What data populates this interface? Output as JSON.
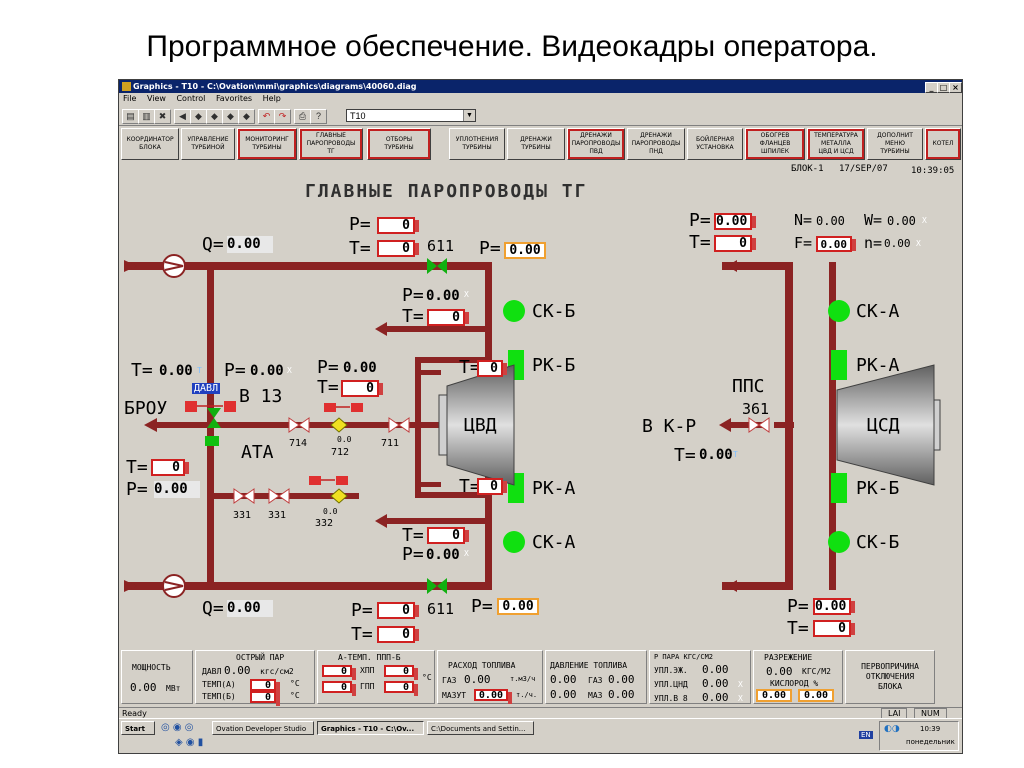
{
  "slide_title": "Программное обеспечение. Видеокадры оператора.",
  "window": {
    "title": "Graphics - T10 - C:\\Ovation\\mmi\\graphics\\diagrams\\40060.diag",
    "menu": [
      "File",
      "View",
      "Control",
      "Favorites",
      "Help"
    ],
    "combo_value": "T10"
  },
  "nav": [
    {
      "label": "КООРДИНАТОР\nБЛОКА",
      "active": false
    },
    {
      "label": "УПРАВЛЕНИЕ\nТУРБИНОЙ",
      "active": false
    },
    {
      "label": "МОНИТОРИНГ\nТУРБИНЫ",
      "active": true
    },
    {
      "label": "ГЛАВНЫЕ\nПАРОПРОВОДЫ\nТГ",
      "active": true
    },
    {
      "label": "ОТБОРЫ\nТУРБИНЫ",
      "active": true
    },
    {
      "label": "УПЛОТНЕНИЯ\nТУРБИНЫ",
      "active": false
    },
    {
      "label": "ДРЕНАЖИ\nТУРБИНЫ",
      "active": false
    },
    {
      "label": "ДРЕНАЖИ\nПАРОПРОВОДЫ\nПВД",
      "active": true
    },
    {
      "label": "ДРЕНАЖИ\nПАРОПРОВОДЫ\nПНД",
      "active": false
    },
    {
      "label": "БОЙЛЕРНАЯ\nУСТАНОВКА",
      "active": false
    },
    {
      "label": "ОБОГРЕВ\nФЛАНЦЕВ\nШПИЛЕК",
      "active": true
    },
    {
      "label": "ТЕМПЕРАТУРА\nМЕТАЛЛА\nЦВД И ЦСД",
      "active": true
    },
    {
      "label": "ДОПОЛНИТ\nМЕНЮ\nТУРБИНЫ",
      "active": false
    },
    {
      "label": "КОТЕЛ",
      "active": true
    }
  ],
  "status": {
    "block": "БЛОК-1",
    "date": "17/SEP/07",
    "time": "10:39:05"
  },
  "diagram": {
    "title": "ГЛАВНЫЕ ПАРОПРОВОДЫ ТГ",
    "q_top": "0.00",
    "q_bottom": "0.00",
    "p_top_left": "0",
    "t_top_left": "0",
    "valve_611_top": "611",
    "p_611_top": "0.00",
    "p_skb": "0.00",
    "t_skb": "0",
    "t_rkb": "0",
    "t_rka": "0",
    "t_ska": "0",
    "p_ska": "0.00",
    "t_brou": "0.00",
    "p_brou": "0.00",
    "davl": "ДАВЛ",
    "brou": "БРОУ",
    "v13": "В 13",
    "ata": "АТА",
    "t_brou_l": "0",
    "p_brou_l": "0.00",
    "p_ata": "0.00",
    "t_ata": "0",
    "v714": "714",
    "v712": "712",
    "v711": "711",
    "v712_val": "0.0",
    "v331a": "331",
    "v331b": "331",
    "v332": "332",
    "v332_val": "0.0",
    "label_sk_b": "СК-Б",
    "label_rk_b": "РК-Б",
    "label_rk_a": "РК-А",
    "label_sk_a": "СК-А",
    "cvd": "ЦВД",
    "csd": "ЦСД",
    "p_bottom_left": "0",
    "t_bottom_left": "0",
    "valve_611_bottom": "611",
    "p_611_bottom": "0.00",
    "p_right": "0.00",
    "t_right": "0",
    "n_val": "0.00",
    "w_val": "0.00",
    "f_val": "0.00",
    "n2_val": "0.00",
    "pps": "ППС",
    "pps_num": "361",
    "v_kr": "В К-Р",
    "t_pps": "0.00",
    "right_ska": "СК-А",
    "right_rka": "РК-А",
    "right_rkb": "РК-Б",
    "right_skb": "СК-Б",
    "p_right_bottom": "0.00",
    "t_right_bottom": "0",
    "x_mark": "X",
    "t_mark": "T"
  },
  "bottom": {
    "power_label": "МОЩНОСТЬ",
    "power_value": "0.00",
    "power_unit": "МВт",
    "steam_title": "ОСТРЫЙ ПАР",
    "davl_label": "ДАВЛ",
    "davl_value": "0.00",
    "davl_unit": "кгс/см2",
    "temp_a_label": "ТЕМП(А)",
    "temp_a": "0",
    "temp_b_label": "ТЕМП(Б)",
    "temp_b": "0",
    "deg_c": "°C",
    "a_temp_title": "А-ТЕМП. ППП-Б",
    "xpp_label": "ХПП",
    "gpp_label": "ГПП",
    "a1": "0",
    "a2": "0",
    "b1": "0",
    "b2": "0",
    "fuel_flow_title": "РАСХОД ТОПЛИВА",
    "gas_label": "ГАЗ",
    "gas_value": "0.00",
    "gas_unit": "т.м3/ч",
    "mazut_label": "МАЗУТ",
    "mazut_value": "0.00",
    "mazut_unit": "т./ч.",
    "fuel_press_title": "ДАВЛЕНИЕ ТОПЛИВА",
    "fp1": "0.00",
    "fp_gas_label": "ГАЗ",
    "fp_gas": "0.00",
    "fp2": "0.00",
    "fp_maz_label": "МАЗ",
    "fp_maz": "0.00",
    "p_para_title": "Р ПАРА КГС/СМ2",
    "upl_eh": "УПЛ.ЭЖ.",
    "upl_eh_v": "0.00",
    "upl_cnd": "УПЛ.ЦНД",
    "upl_cnd_v": "0.00",
    "upl_v8": "УПЛ.В 8",
    "upl_v8_v": "0.00",
    "razr_title": "РАЗРЕЖЕНИЕ",
    "razr_val": "0.00",
    "razr_unit": "КГС/М2",
    "kisl_title": "КИСЛОРОД %",
    "kisl_a": "0.00",
    "kisl_b": "0.00",
    "cause_btn": "ПЕРВОПРИЧИНА\nОТКЛЮЧЕНИЯ\nБЛОКА"
  },
  "statusbar": {
    "ready": "Ready",
    "lai": "LAI",
    "num": "NUM"
  },
  "taskbar": {
    "start": "Start",
    "tasks": [
      "Ovation Developer Studio",
      "Graphics - T10 - C:\\Ov...",
      "C:\\Documents and Settin..."
    ],
    "lang": "EN",
    "clock": "10:39",
    "day": "понедельник"
  }
}
